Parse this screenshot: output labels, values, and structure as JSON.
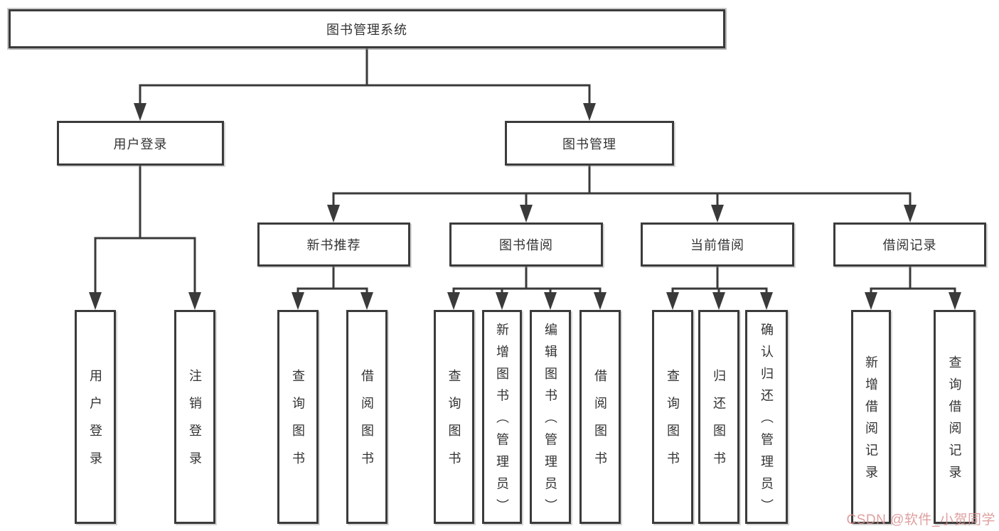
{
  "diagram": {
    "root": {
      "label": "图书管理系统"
    },
    "branches": [
      {
        "label": "用户登录",
        "children": [
          {
            "label": "用户登录"
          },
          {
            "label": "注销登录"
          }
        ]
      },
      {
        "label": "图书管理",
        "children": [
          {
            "label": "新书推荐",
            "children": [
              {
                "label": "查询图书"
              },
              {
                "label": "借阅图书"
              }
            ]
          },
          {
            "label": "图书借阅",
            "children": [
              {
                "label": "查询图书"
              },
              {
                "label": "新增图书（管理员）"
              },
              {
                "label": "编辑图书（管理员）"
              },
              {
                "label": "借阅图书"
              }
            ]
          },
          {
            "label": "当前借阅",
            "children": [
              {
                "label": "查询图书"
              },
              {
                "label": "归还图书"
              },
              {
                "label": "确认归还（管理员）"
              }
            ]
          },
          {
            "label": "借阅记录",
            "children": [
              {
                "label": "新增借阅记录"
              },
              {
                "label": "查询借阅记录"
              }
            ]
          }
        ]
      }
    ]
  },
  "watermark": {
    "text": "CSDN @软件_小贺同学",
    "color": "#d98f8f"
  },
  "colors": {
    "line": "#3a3a3a",
    "box_border": "#3b3b3b",
    "text": "#333333",
    "background": "#ffffff"
  }
}
